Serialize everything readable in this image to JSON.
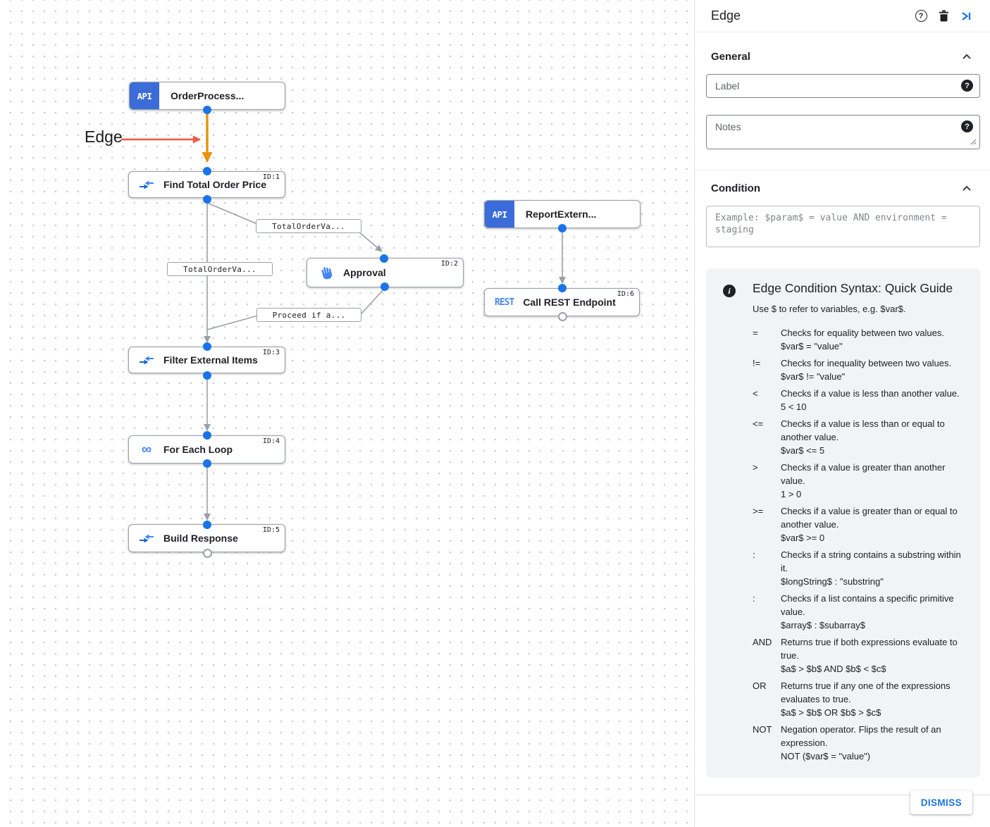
{
  "colors": {
    "accent_blue": "#1a73e8",
    "node_blue": "#3b6cd9",
    "icon_blue": "#4285f4",
    "icon_blue_dark": "#1967d2",
    "rest_blue": "#4a86f0",
    "edge_gray": "#9aa0a6",
    "edge_orange": "#e8910c",
    "annotation_red": "#f4573f",
    "guide_bg": "#f1f3f4",
    "text_primary": "#202124",
    "text_secondary": "#5f6368"
  },
  "canvas": {
    "annotation_label": "Edge",
    "nodes": [
      {
        "icon": "API",
        "label": "OrderProcess...",
        "badge": ""
      },
      {
        "label": "Find Total Order Price",
        "badge": "ID:1"
      },
      {
        "label": "Approval",
        "badge": "ID:2"
      },
      {
        "label": "Filter External Items",
        "badge": "ID:3"
      },
      {
        "label": "For Each Loop",
        "badge": "ID:4",
        "icon": "∞"
      },
      {
        "label": "Build Response",
        "badge": "ID:5"
      },
      {
        "icon": "API",
        "label": "ReportExtern...",
        "badge": ""
      },
      {
        "icon": "REST",
        "label": "Call REST Endpoint",
        "badge": "ID:6"
      }
    ],
    "edge_labels": [
      "TotalOrderVa...",
      "TotalOrderVa...",
      "Proceed if a..."
    ]
  },
  "panel": {
    "title": "Edge",
    "general": {
      "heading": "General",
      "label_placeholder": "Label",
      "notes_placeholder": "Notes"
    },
    "condition": {
      "heading": "Condition",
      "placeholder": "Example: $param$ = value AND environment = staging"
    },
    "guide": {
      "title": "Edge Condition Syntax: Quick Guide",
      "subtitle": "Use $ to refer to variables, e.g. $var$.",
      "rows": [
        {
          "op": "=",
          "desc": "Checks for equality between two values.",
          "example": "$var$ = \"value\""
        },
        {
          "op": "!=",
          "desc": "Checks for inequality between two values.",
          "example": "$var$ != \"value\""
        },
        {
          "op": "<",
          "desc": "Checks if a value is less than another value.",
          "example": "5 < 10"
        },
        {
          "op": "<=",
          "desc": "Checks if a value is less than or equal to another value.",
          "example": "$var$ <= 5"
        },
        {
          "op": ">",
          "desc": "Checks if a value is greater than another value.",
          "example": "1 > 0"
        },
        {
          "op": ">=",
          "desc": "Checks if a value is greater than or equal to another value.",
          "example": "$var$ >= 0"
        },
        {
          "op": ":",
          "desc": "Checks if a string contains a substring within it.",
          "example": "$longString$ : \"substring\""
        },
        {
          "op": ":",
          "desc": "Checks if a list contains a specific primitive value.",
          "example": "$array$ : $subarray$"
        },
        {
          "op": "AND",
          "desc": "Returns true if both expressions evaluate to true.",
          "example": "$a$ > $b$ AND $b$ < $c$"
        },
        {
          "op": "OR",
          "desc": "Returns true if any one of the expressions evaluates to true.",
          "example": "$a$ > $b$ OR $b$ > $c$"
        },
        {
          "op": "NOT",
          "desc": "Negation operator. Flips the result of an expression.",
          "example": "NOT ($var$ = \"value\")"
        }
      ]
    },
    "dismiss_label": "DISMISS"
  }
}
